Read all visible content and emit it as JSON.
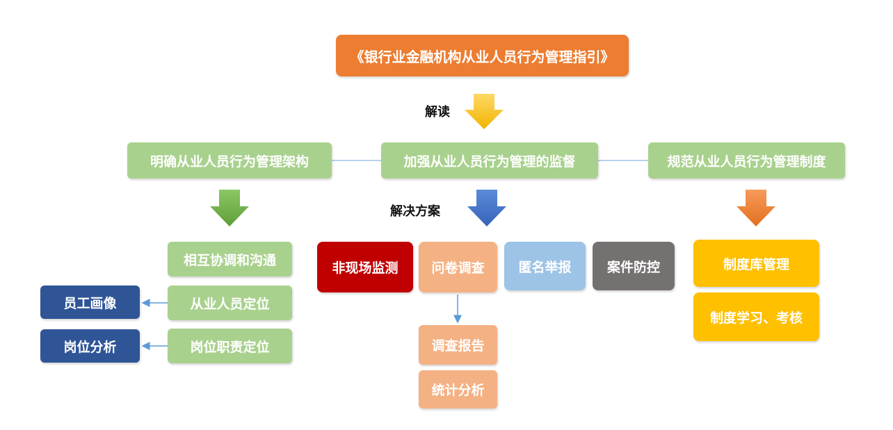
{
  "title": "《银行业金融机构从业人员行为管理指引》",
  "labels": {
    "interpret": "解读",
    "solution": "解决方案"
  },
  "pillars": {
    "left": "明确从业人员行为管理架构",
    "center": "加强从业人员行为管理的监督",
    "right": "规范从业人员行为管理制度"
  },
  "left_branch": {
    "items": [
      "相互协调和沟通",
      "从业人员定位",
      "岗位职责定位"
    ],
    "outputs": [
      "员工画像",
      "岗位分析"
    ]
  },
  "center_branch": {
    "methods": [
      "非现场监测",
      "问卷调查",
      "匿名举报",
      "案件防控"
    ],
    "survey_outputs": [
      "调查报告",
      "统计分析"
    ]
  },
  "right_branch": {
    "items": [
      "制度库管理",
      "制度学习、考核"
    ]
  },
  "colors": {
    "title_box": "#ED7D31",
    "pillar_box": "#A9D18E",
    "left_item": "#A9D18E",
    "output_box": "#2F5597",
    "monitor": "#C00000",
    "survey": "#F4B183",
    "anonymous": "#9DC3E6",
    "case": "#767171",
    "right_item": "#FFC000",
    "arrow_yellow": "#FFC000",
    "arrow_green": "#70AD47",
    "arrow_blue": "#4472C4",
    "arrow_orange": "#ED7D31",
    "connector": "#9DC3E6"
  }
}
